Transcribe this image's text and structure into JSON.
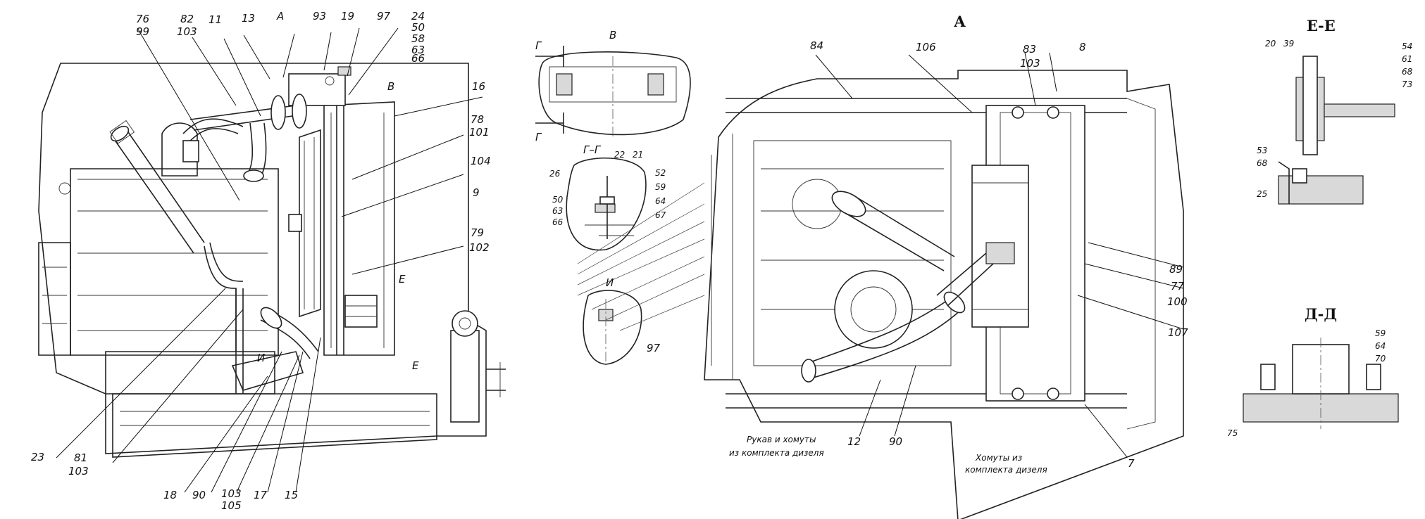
{
  "view_titles": {
    "view_A": "А",
    "section_E": "Е-Е",
    "section_D": "Д-Д"
  },
  "view_markers": {
    "arrow_A": "А",
    "arrow_B": "В",
    "arrow_E_top": "Е",
    "arrow_E_bottom": "Е",
    "arrow_I": "И"
  },
  "inset_titles": {
    "B": "В",
    "G_mark_top": "Г",
    "G_mark_bottom": "Г",
    "G_G": "Г–Г",
    "I": "И"
  },
  "left_view": {
    "top": [
      "76",
      "99",
      "82",
      "103",
      "11",
      "13",
      "93",
      "19",
      "97",
      "24",
      "50",
      "58",
      "63",
      "66"
    ],
    "right": [
      "16",
      "78",
      "101",
      "104",
      "9",
      "79",
      "102"
    ],
    "bottom": [
      "23",
      "81",
      "103",
      "18",
      "90",
      "103",
      "105",
      "17",
      "15"
    ]
  },
  "inset_gg": [
    "22",
    "21",
    "26",
    "52",
    "59",
    "64",
    "67",
    "50",
    "63",
    "66"
  ],
  "inset_i": [
    "97"
  ],
  "view_a": {
    "top": [
      "84",
      "106",
      "83",
      "103",
      "8"
    ],
    "right": [
      "89",
      "77",
      "100",
      "107",
      "7"
    ],
    "bottom": [
      "12",
      "90"
    ]
  },
  "notes": {
    "hoses_line1": "Рукав и хомуты",
    "hoses_line2": "из комплекта дизеля",
    "clamps_line1": "Хомуты из",
    "clamps_line2": "комплекта дизеля"
  },
  "section_e": [
    "20",
    "39",
    "54",
    "61",
    "68",
    "73",
    "53",
    "68",
    "25"
  ],
  "section_d": [
    "59",
    "64",
    "70",
    "75"
  ]
}
